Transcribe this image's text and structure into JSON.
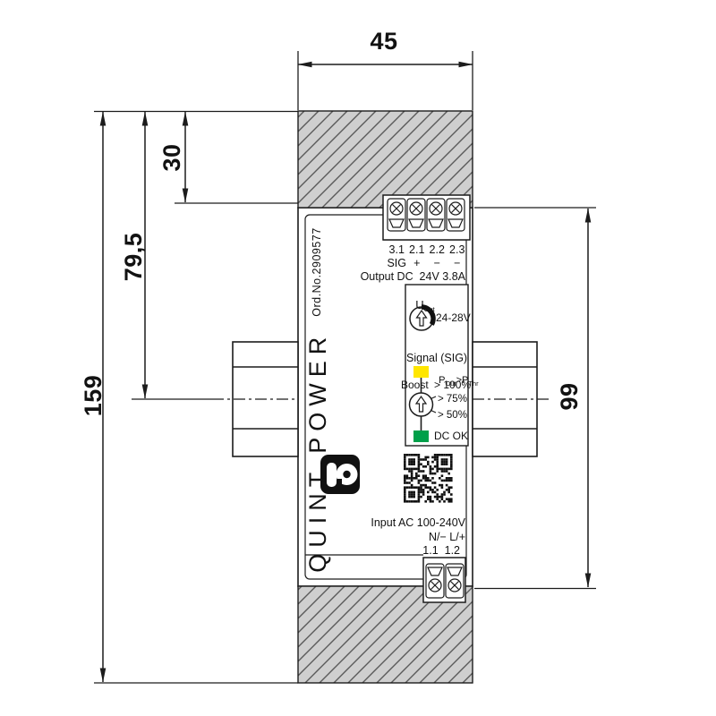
{
  "drawing": {
    "type": "dimensional-drawing"
  },
  "dimensions": {
    "width_mm": "45",
    "rail_top_mm": "30",
    "center_from_top_mm": "79,5",
    "total_height_mm": "159",
    "device_height_mm": "99"
  },
  "device": {
    "brand": "QUINT POWER",
    "order_no": "Ord.No.2909577",
    "output": {
      "terminals": [
        "3.1",
        "2.1",
        "2.2",
        "2.3"
      ],
      "signs": [
        "SIG",
        "+",
        "−",
        "−"
      ],
      "line": "Output DC  24V 3.8A"
    },
    "voltage": {
      "label": "U",
      "label_sub": "Out",
      "range": "24-28V"
    },
    "signal": {
      "title": "Signal (SIG)",
      "led_label_p": "P",
      "led_label_p_sub": "Out",
      "led_label_gt": ">P",
      "led_label_gt_sub": "Thr",
      "boost_label": "Boost",
      "boost_value": "> 100%",
      "tick_75": "> 75%",
      "tick_50": "> 50%",
      "dc_ok": "DC OK"
    },
    "input": {
      "line1": "Input AC 100-240V",
      "line2": "N/− L/+",
      "terminals": "1.1  1.2"
    }
  },
  "icons": {
    "logo": "phoenix-contact-logo",
    "qr": "qr-code"
  },
  "colors": {
    "led_yellow": "#FFE600",
    "led_green": "#00A04A",
    "hatch_fill": "#CFCFCF",
    "hatch_line": "#5A5A5A",
    "line": "#1C1C1C"
  }
}
